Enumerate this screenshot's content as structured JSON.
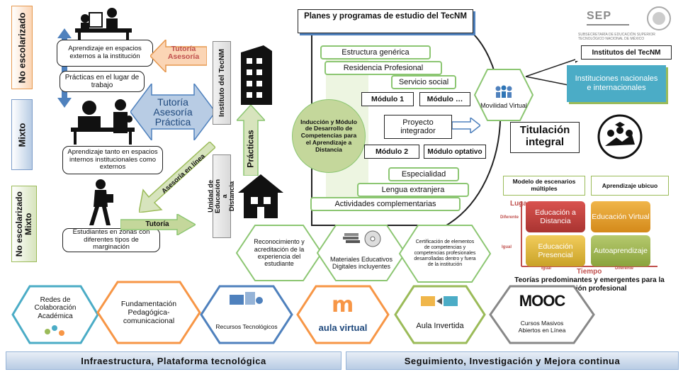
{
  "left_modalities": [
    {
      "label": "No escolarizado"
    },
    {
      "label": "Mixto"
    },
    {
      "label": "No escolarizado\nMixto"
    }
  ],
  "bubbles": {
    "aprendizaje_externo": "Aprendizaje en espacios externos a la institución",
    "practicas_trabajo": "Prácticas en el lugar de trabajo",
    "aprendizaje_ambos": "Aprendizaje tanto en espacios internos institucionales como externos",
    "estudiantes_zonas": "Estudiantes en zonas con diferentes tipos de marginación"
  },
  "arrows": {
    "tutoria_asesoria": "Tutoría\nAsesoría",
    "tutoria_asesoria_practica": "Tutoría\nAsesoría\nPráctica",
    "asesoria_en_linea": "Asesoría en línea",
    "tutoria": "Tutoría",
    "practicas": "Prácticas"
  },
  "institutions": {
    "tecnm": "Instituto del TecNM",
    "uead": "Unidad de Educación a Distancia"
  },
  "plan_title": "Planes y programas de estudio del TecNM",
  "plan_items": {
    "estructura": "Estructura genérica",
    "residencia": "Residencia Profesional",
    "servicio": "Servicio social",
    "especialidad": "Especialidad",
    "lengua": "Lengua extranjera",
    "actividades": "Actividades complementarias"
  },
  "modules": {
    "m1": "Módulo 1",
    "mn": "Módulo …",
    "m2": "Módulo 2",
    "mopt": "Módulo optativo",
    "proyecto": "Proyecto integrador"
  },
  "induccion": "Inducción y Módulo de Desarrollo de Competencias para el Aprendizaje a Distancia",
  "movilidad": "Movilidad Virtual",
  "sep": {
    "logo": "SEP",
    "subtitle": "SUBSECRETARÍA DE EDUCACIÓN SUPERIOR\nTECNOLÓGICO NACIONAL DE MÉXICO",
    "institutos": "Institutos del TecNM"
  },
  "instituciones_nacionales": "Instituciones nacionales e internacionales",
  "titulacion": "Titulación integral",
  "scenarios": {
    "modelo": "Modelo de escenarios múltiples",
    "ubicuo": "Aprendizaje ubicuo",
    "lugar": "Lugar",
    "diferente_y": "Diferente",
    "igual_y": "Igual",
    "tiempo": "Tiempo",
    "igual_x": "Igual",
    "diferente_x": "Diferente",
    "q_distancia": "Educación a Distancia",
    "q_virtual": "Educación Virtual",
    "q_presencial": "Educación Presencial",
    "q_autoaprendizaje": "Autoaprendizaje"
  },
  "teorias": "Teorías predominantes y emergentes para la formación profesional",
  "middle_hexes": {
    "reconocimiento": "Reconocimiento y acreditación de la experiencia del estudiante",
    "materiales": "Materiales Educativos Digitales incluyentes",
    "certificacion": "Certificación de elementos de competencias y competencias profesionales desarrolladas dentro y fuera de la institución"
  },
  "bottom_hexes": {
    "redes": "Redes de Colaboración Académica",
    "fundamentacion": "Fundamentación Pedagógica-comunicacional",
    "recursos": "Recursos Tecnológicos",
    "aula_virtual": "aula virtual",
    "aula_invertida": "Aula Invertida",
    "mooc_logo": "MOOC",
    "mooc": "Cursos Masivos Abiertos en Línea"
  },
  "footer": {
    "left": "Infraestructura, Plataforma tecnológica",
    "right": "Seguimiento, Investigación y Mejora continua"
  },
  "colors": {
    "orange": "#f79646",
    "blue": "#4f81bd",
    "green": "#9bbb59",
    "lightgreen": "#8cc672",
    "teal": "#4bacc6",
    "red": "#c0504d",
    "gold": "#e8a52a"
  }
}
